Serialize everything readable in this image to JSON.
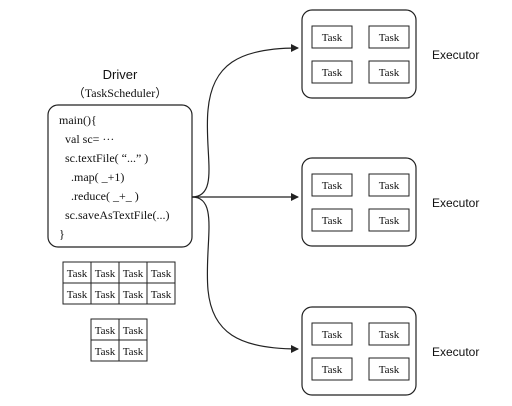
{
  "driver": {
    "title": "Driver",
    "subtitle": "（TaskScheduler）",
    "code_lines": [
      "main(){",
      "val sc= ···",
      "sc.textFile( “...” )",
      ".map( _+1)",
      ".reduce( _+_ )",
      "sc.saveAsTextFile(...)",
      "}"
    ]
  },
  "task_grid_large": {
    "rows": [
      [
        "Task",
        "Task",
        "Task",
        "Task"
      ],
      [
        "Task",
        "Task",
        "Task",
        "Task"
      ]
    ]
  },
  "task_grid_small": {
    "rows": [
      [
        "Task",
        "Task"
      ],
      [
        "Task",
        "Task"
      ]
    ]
  },
  "executors": [
    {
      "label": "Executor",
      "tasks": [
        "Task",
        "Task",
        "Task",
        "Task"
      ]
    },
    {
      "label": "Executor",
      "tasks": [
        "Task",
        "Task",
        "Task",
        "Task"
      ]
    },
    {
      "label": "Executor",
      "tasks": [
        "Task",
        "Task",
        "Task",
        "Task"
      ]
    }
  ],
  "colors": {
    "stroke": "#222222",
    "background": "#ffffff",
    "text": "#111111"
  }
}
